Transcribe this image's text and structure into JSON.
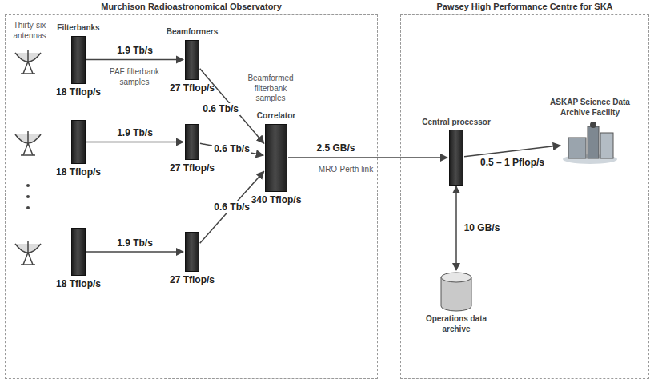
{
  "diagram": {
    "nodes": [
      {
        "text": [
          "Murchison Radioastronomical Observatory"
        ]
      },
      {
        "text": [
          "Pawsey High Performance Centre for SKA"
        ]
      },
      {
        "text": [
          "Filterbanks",
          "18 Tflop/s"
        ],
        "in": 0
      },
      {
        "text": [
          "Beamformers",
          "27 Tflop/s"
        ],
        "in": 0
      },
      {
        "text": [
          "18 Tflop/s"
        ],
        "in": 0
      },
      {
        "text": [
          "27 Tflop/s"
        ],
        "in": 0
      },
      {
        "text": [
          "18 Tflop/s"
        ],
        "in": 0
      },
      {
        "text": [
          "27 Tflop/s"
        ],
        "in": 0
      },
      {
        "text": [
          "Correlator",
          "340 Tflop/s"
        ],
        "in": 0
      },
      {
        "text": [
          "Central processor"
        ],
        "in": 1
      },
      {
        "text": [
          "ASKAP Science Data Archive Facility"
        ],
        "in": 1
      },
      {
        "text": [
          "Operations data archive"
        ],
        "in": 1
      }
    ],
    "edges": [
      {
        "from": 2,
        "to": 3,
        "label": "1.9 Tb/s",
        "arrow": "to"
      },
      {
        "from": 4,
        "to": 5,
        "label": "1.9 Tb/s",
        "arrow": "to"
      },
      {
        "from": 6,
        "to": 7,
        "label": "1.9 Tb/s",
        "arrow": "to"
      },
      {
        "from": 3,
        "to": 8,
        "label": "0.6 Tb/s",
        "arrow": "to"
      },
      {
        "from": 5,
        "to": 8,
        "label": "0.6 Tb/s",
        "arrow": "to"
      },
      {
        "from": 7,
        "to": 8,
        "label": "0.6 Tb/s",
        "arrow": "to"
      },
      {
        "from": 8,
        "to": 9,
        "label": "2.5 GB/s",
        "arrow": "to"
      },
      {
        "from": 9,
        "to": 10,
        "label": "0.5 – 1 Pflop/s",
        "arrow": "to"
      },
      {
        "from": 9,
        "to": 11,
        "label": "10 GB/s",
        "arrow": "both"
      }
    ],
    "labels": [
      "Thirty-six antennas",
      "PAF filterbank samples",
      "Beamformed filterbank samples",
      "MRO-Perth link"
    ]
  }
}
